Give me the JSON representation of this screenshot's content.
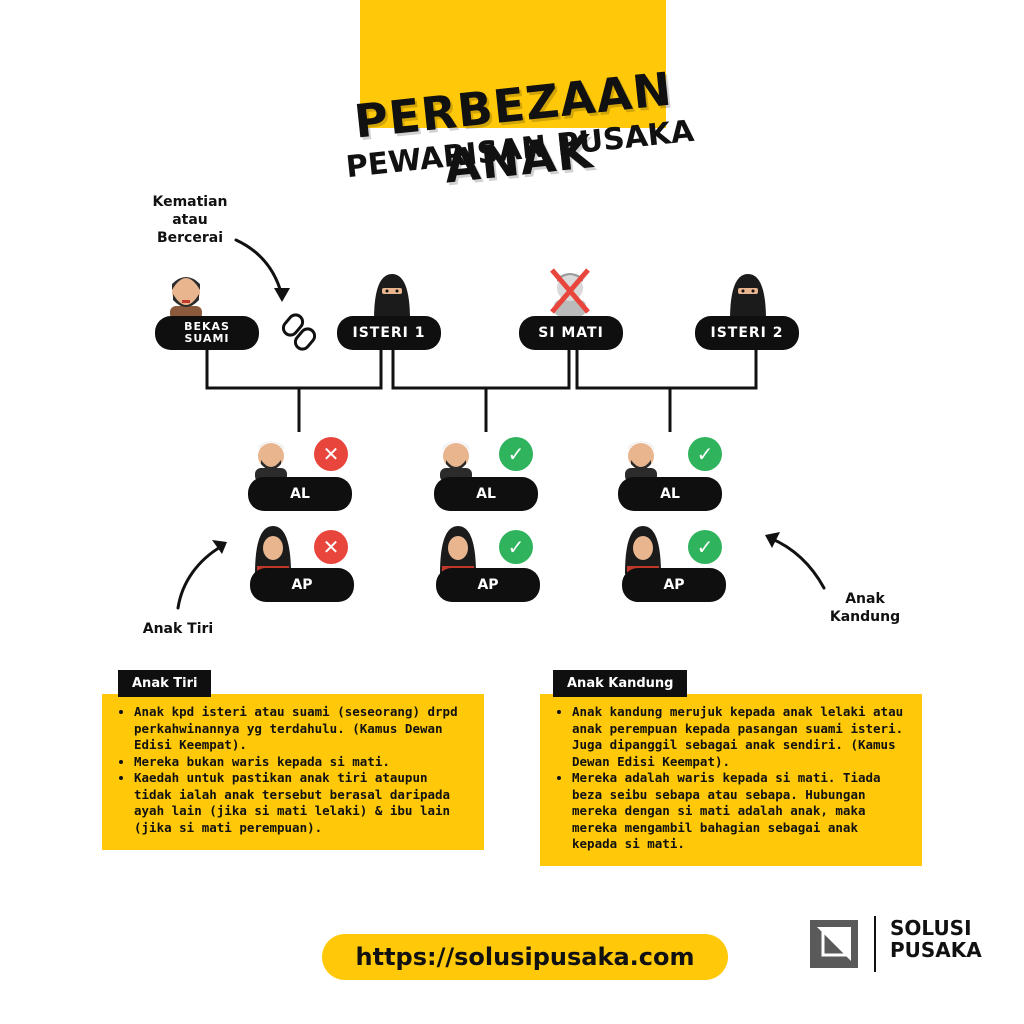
{
  "title": {
    "line1": "PERBEZAAN ANAK",
    "line2": "PEWARISAN PUSAKA"
  },
  "annotations": {
    "kematian": "Kematian\natau\nBercerai",
    "anak_tiri": "Anak Tiri",
    "anak_kandung": "Anak\nKandung"
  },
  "parents": [
    {
      "label": "BEKAS\nSUAMI",
      "icon": "bearded-man-icon"
    },
    {
      "label": "ISTERI 1",
      "icon": "niqab-woman-icon"
    },
    {
      "label": "SI MATI",
      "icon": "crossed-out-person-icon"
    },
    {
      "label": "ISTERI 2",
      "icon": "niqab-woman-icon"
    }
  ],
  "children": [
    {
      "son": "AL",
      "daughter": "AP",
      "heir": false
    },
    {
      "son": "AL",
      "daughter": "AP",
      "heir": true
    },
    {
      "son": "AL",
      "daughter": "AP",
      "heir": true
    }
  ],
  "status_icons": {
    "heir": "check-icon",
    "not_heir": "cross-icon",
    "heir_color": "#2FB35C",
    "not_heir_color": "#E8453C"
  },
  "info": {
    "anak_tiri": {
      "heading": "Anak Tiri",
      "points": [
        "Anak kpd isteri atau suami (seseorang) drpd perkahwinannya yg terdahulu. (Kamus Dewan Edisi Keempat).",
        "Mereka bukan waris kepada si mati.",
        "Kaedah untuk pastikan anak tiri ataupun tidak ialah anak tersebut berasal daripada ayah lain (jika si mati lelaki) & ibu lain (jika si mati perempuan)."
      ]
    },
    "anak_kandung": {
      "heading": "Anak Kandung",
      "points": [
        "Anak kandung merujuk kepada anak lelaki atau anak perempuan kepada pasangan suami isteri. Juga dipanggil sebagai anak sendiri. (Kamus Dewan Edisi Keempat).",
        "Mereka adalah waris kepada si mati. Tiada beza seibu sebapa atau sebapa. Hubungan mereka dengan si mati adalah anak, maka mereka mengambil bahagian sebagai anak kepada si mati."
      ]
    }
  },
  "footer": {
    "url": "https://solusipusaka.com",
    "brand_line1": "SOLUSI",
    "brand_line2": "PUSAKA"
  },
  "colors": {
    "accent": "#FFC909",
    "pill": "#0f0f0f"
  }
}
